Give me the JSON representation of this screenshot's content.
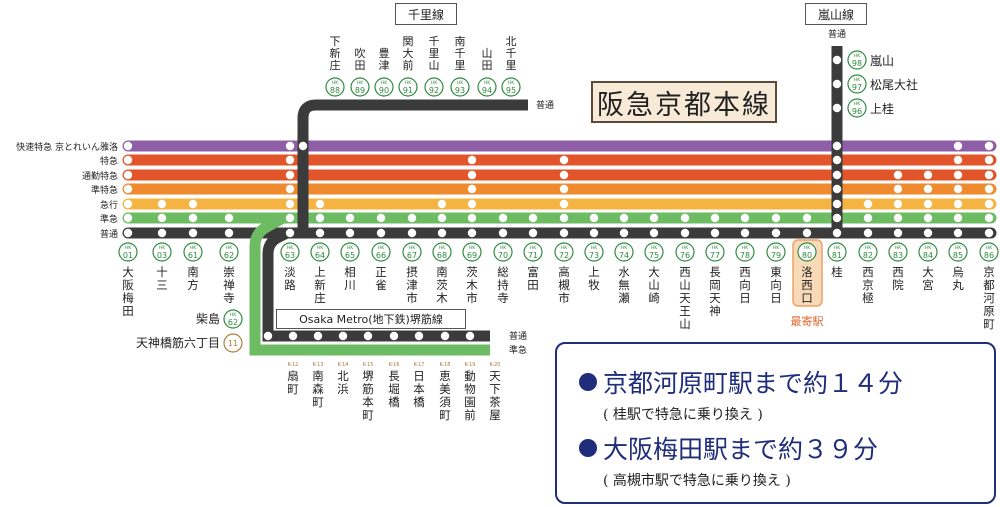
{
  "title": "阪急京都本線",
  "senri_line": {
    "name": "千里線",
    "service": "普通",
    "stations": [
      {
        "name": "下新庄",
        "code": "88"
      },
      {
        "name": "吹田",
        "code": "89"
      },
      {
        "name": "豊津",
        "code": "90"
      },
      {
        "name": "関大前",
        "code": "91"
      },
      {
        "name": "千里山",
        "code": "92"
      },
      {
        "name": "南千里",
        "code": "93"
      },
      {
        "name": "山田",
        "code": "94"
      },
      {
        "name": "北千里",
        "code": "95"
      }
    ]
  },
  "arashiyama_line": {
    "name": "嵐山線",
    "service": "普通",
    "stations": [
      {
        "name": "嵐山",
        "code": "98"
      },
      {
        "name": "松尾大社",
        "code": "97"
      },
      {
        "name": "上桂",
        "code": "96"
      }
    ]
  },
  "services": [
    {
      "name": "快速特急 京とれいん雅洛",
      "color": "#8e5fa6"
    },
    {
      "name": "特急",
      "color": "#e2552a"
    },
    {
      "name": "通勤特急",
      "color": "#e2552a"
    },
    {
      "name": "準特急",
      "color": "#ef8a2e"
    },
    {
      "name": "急行",
      "color": "#f5b342"
    },
    {
      "name": "準急",
      "color": "#6dbb63"
    },
    {
      "name": "普通",
      "color": "#3b3b3b"
    }
  ],
  "code_prefix": "HK",
  "main_stations": [
    {
      "name": "大阪梅田",
      "code": "01"
    },
    {
      "name": "十三",
      "code": "03"
    },
    {
      "name": "南方",
      "code": "61"
    },
    {
      "name": "崇禅寺",
      "code": "62"
    },
    {
      "name": "淡路",
      "code": "63"
    },
    {
      "name": "上新庄",
      "code": "64"
    },
    {
      "name": "相川",
      "code": "65"
    },
    {
      "name": "正雀",
      "code": "66"
    },
    {
      "name": "摂津市",
      "code": "67"
    },
    {
      "name": "南茨木",
      "code": "68"
    },
    {
      "name": "茨木市",
      "code": "69"
    },
    {
      "name": "総持寺",
      "code": "70"
    },
    {
      "name": "富田",
      "code": "71"
    },
    {
      "name": "高槻市",
      "code": "72"
    },
    {
      "name": "上牧",
      "code": "73"
    },
    {
      "name": "水無瀬",
      "code": "74"
    },
    {
      "name": "大山崎",
      "code": "75"
    },
    {
      "name": "西山天王山",
      "code": "76"
    },
    {
      "name": "長岡天神",
      "code": "77"
    },
    {
      "name": "西向日",
      "code": "78"
    },
    {
      "name": "東向日",
      "code": "79"
    },
    {
      "name": "洛西口",
      "code": "80"
    },
    {
      "name": "桂",
      "code": "81"
    },
    {
      "name": "西京極",
      "code": "82"
    },
    {
      "name": "西院",
      "code": "83"
    },
    {
      "name": "大宮",
      "code": "84"
    },
    {
      "name": "烏丸",
      "code": "85"
    },
    {
      "name": "京都河原町",
      "code": "86"
    }
  ],
  "highlight_label": "最寄駅",
  "sakaisuji_line": {
    "name": "Osaka Metro(地下鉄)堺筋線",
    "services": [
      "普通",
      "準急"
    ],
    "stations": [
      {
        "name": "扇町",
        "code": "K-12"
      },
      {
        "name": "南森町",
        "code": "K-13"
      },
      {
        "name": "北浜",
        "code": "K-14"
      },
      {
        "name": "堺筋本町",
        "code": "K-15"
      },
      {
        "name": "長堀橋",
        "code": "K-16"
      },
      {
        "name": "日本橋",
        "code": "K-17"
      },
      {
        "name": "恵美須町",
        "code": "K-18"
      },
      {
        "name": "動物園前",
        "code": "K-19"
      },
      {
        "name": "天下茶屋",
        "code": "K-20"
      }
    ]
  },
  "branch_stations": [
    {
      "name": "柴島",
      "code": "62"
    },
    {
      "name": "天神橋筋六丁目",
      "code": "11"
    }
  ],
  "info": {
    "line1": "京都河原町駅まで約１４分",
    "line1_note": "( 桂駅で特急に乗り換え )",
    "line2": "大阪梅田駅まで約３９分",
    "line2_note": "( 高槻市駅で特急に乗り換え )"
  }
}
